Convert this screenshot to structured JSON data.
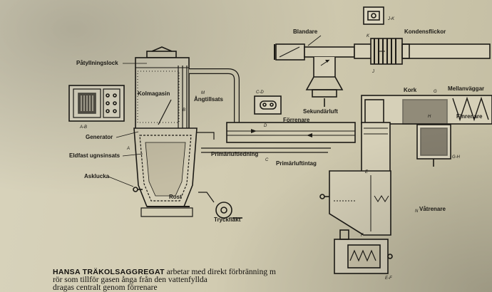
{
  "diagram": {
    "labels": {
      "patyllningslock": "Påtyllningslock",
      "kolmagasin": "Kolmagasin",
      "angtillsats": "Ångtillsats",
      "generator": "Generator",
      "eldfast_ugnsinsats": "Eldfast ugnsinsats",
      "asklucka": "Asklucka",
      "rost": "Rost",
      "tryckflakt": "Tryckfläkt",
      "primarluftledning": "Primärluftledning",
      "primarluftintag": "Primärluftintag",
      "forrenare": "Förrenare",
      "blandare": "Blandare",
      "sekundarluft": "Sekundärluft",
      "kondensflickor": "Kondensflickor",
      "kork": "Kork",
      "mellanvaggar": "Mellanväggar",
      "finrenare": "Finrenare",
      "vatrenare": "Våtrenare"
    },
    "section_marks": {
      "ab": "A-B",
      "cd": "C-D",
      "gh": "G-H",
      "ef": "E-F",
      "jk": "J-K",
      "a": "A",
      "b": "B",
      "c": "C",
      "d": "D",
      "e": "E",
      "f": "F",
      "g": "G",
      "h": "H",
      "j": "J",
      "k": "K",
      "m": "M",
      "n": "N"
    }
  },
  "caption": {
    "title": "HANSA TRÄKOLSAGGREGAT",
    "line1_rest": " arbetar med direkt förbränning m",
    "line2": "rör som tillför gasen ånga från den vattenfyllda",
    "line3": "dragas centralt genom förrenare"
  }
}
